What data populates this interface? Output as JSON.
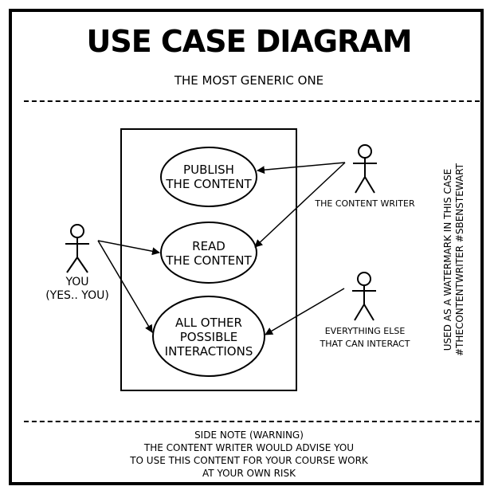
{
  "title": "USE CASE DIAGRAM",
  "subtitle": "THE MOST GENERIC ONE",
  "use_cases": {
    "publish": [
      "PUBLISH",
      "THE CONTENT"
    ],
    "read": [
      "READ",
      "THE CONTENT"
    ],
    "other": [
      "ALL OTHER",
      "POSSIBLE",
      "INTERACTIONS"
    ]
  },
  "actors": {
    "you": [
      "YOU",
      "(YES.. YOU)"
    ],
    "content_writer": [
      "THE CONTENT WRITER"
    ],
    "everything_else": [
      "EVERYTHING ELSE",
      "THAT CAN INTERACT"
    ]
  },
  "watermark": [
    "USED AS A WATERMARK IN THIS CASE",
    "#THECONTENTWRITER #SBENSTEWART"
  ],
  "side_note": [
    "SIDE NOTE (WARNING)",
    "THE CONTENT WRITER WOULD ADVISE YOU",
    "TO USE THIS CONTENT FOR YOUR COURSE WORK",
    "AT YOUR OWN RISK"
  ]
}
